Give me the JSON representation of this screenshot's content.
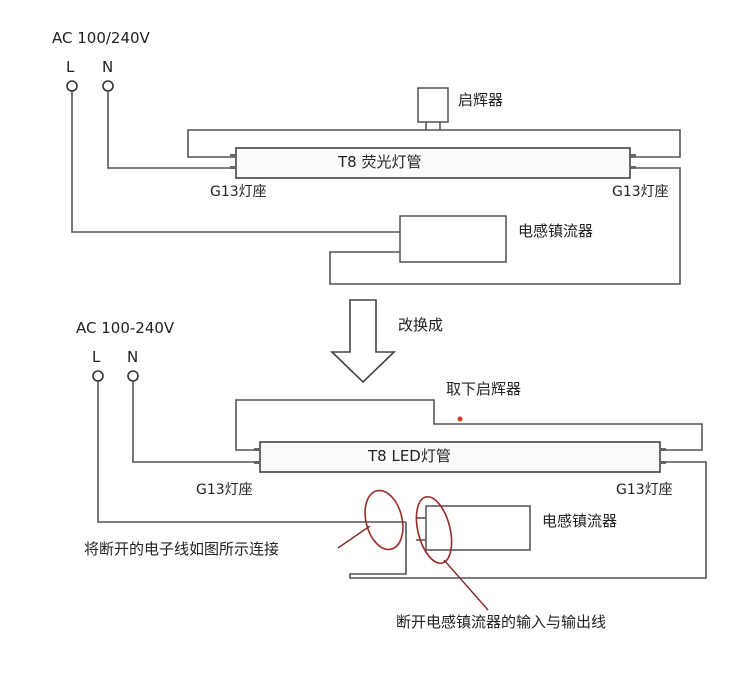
{
  "top": {
    "supply_label": "AC 100/240V",
    "live_label": "L",
    "neutral_label": "N",
    "starter_label": "启辉器",
    "tube_label": "T8 荧光灯管",
    "socket_left_label": "G13灯座",
    "socket_right_label": "G13灯座",
    "ballast_label": "电感镇流器"
  },
  "transition": {
    "label": "改换成"
  },
  "bottom": {
    "supply_label": "AC 100-240V",
    "live_label": "L",
    "neutral_label": "N",
    "remove_starter_label": "取下启辉器",
    "tube_label": "T8 LED灯管",
    "socket_left_label": "G13灯座",
    "socket_right_label": "G13灯座",
    "ballast_label": "电感镇流器",
    "connect_note": "将断开的电子线如图所示连接",
    "disconnect_note": "断开电感镇流器的输入与输出线"
  },
  "colors": {
    "wire": "#555555",
    "annotation": "#9a2a2a",
    "remove_marker": "#d23a2a"
  }
}
